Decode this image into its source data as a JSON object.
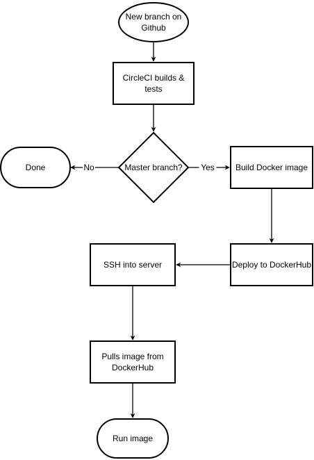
{
  "nodes": {
    "start": {
      "shape": "ellipse",
      "lines": [
        "New branch on",
        "Github"
      ]
    },
    "build_tests": {
      "shape": "rectangle",
      "lines": [
        "CircleCI builds &",
        "tests"
      ]
    },
    "master_check": {
      "shape": "diamond",
      "lines": [
        "Master branch?"
      ]
    },
    "done": {
      "shape": "terminator",
      "lines": [
        "Done"
      ]
    },
    "build_image": {
      "shape": "rectangle",
      "lines": [
        "Build Docker image"
      ]
    },
    "deploy": {
      "shape": "rectangle",
      "lines": [
        "Deploy to DockerHub"
      ]
    },
    "ssh": {
      "shape": "rectangle",
      "lines": [
        "SSH into server"
      ]
    },
    "pull": {
      "shape": "rectangle",
      "lines": [
        "Pulls image from",
        "DockerHub"
      ]
    },
    "run": {
      "shape": "terminator",
      "lines": [
        "Run image"
      ]
    }
  },
  "edges": [
    {
      "from": "start",
      "to": "build_tests",
      "label": ""
    },
    {
      "from": "build_tests",
      "to": "master_check",
      "label": ""
    },
    {
      "from": "master_check",
      "to": "done",
      "label": "No"
    },
    {
      "from": "master_check",
      "to": "build_image",
      "label": "Yes"
    },
    {
      "from": "build_image",
      "to": "deploy",
      "label": ""
    },
    {
      "from": "deploy",
      "to": "ssh",
      "label": ""
    },
    {
      "from": "ssh",
      "to": "pull",
      "label": ""
    },
    {
      "from": "pull",
      "to": "run",
      "label": ""
    }
  ],
  "colors": {
    "stroke": "#000000",
    "fill": "#ffffff",
    "text": "#000000"
  }
}
